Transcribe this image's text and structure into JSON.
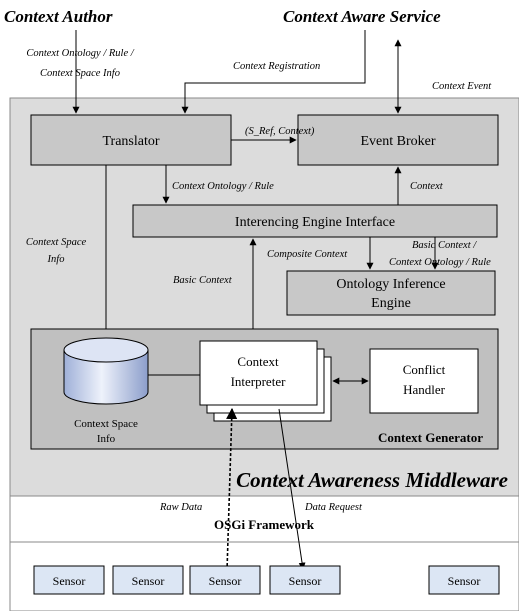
{
  "actors": {
    "context_author": "Context Author",
    "context_aware_service": "Context Aware Service"
  },
  "edge_labels": {
    "ontology_rule_space_line1": "Context Ontology / Rule /",
    "ontology_rule_space_line2": "Context Space Info",
    "context_registration": "Context Registration",
    "context_event": "Context Event",
    "s_ref_context": "(S_Ref, Context)",
    "context_ontology_rule": "Context Ontology / Rule",
    "context": "Context",
    "context_space_info_line1": "Context Space",
    "context_space_info_line2": "Info",
    "composite_context": "Composite Context",
    "basic_context_ontology_line1": "Basic Context /",
    "basic_context_ontology_line2": "Context Ontology / Rule",
    "basic_context": "Basic Context",
    "raw_data": "Raw Data",
    "data_request": "Data Request"
  },
  "boxes": {
    "translator": "Translator",
    "event_broker": "Event Broker",
    "inferencing_engine_interface": "Interencing Engine Interface",
    "ontology_inference_engine_line1": "Ontology Inference",
    "ontology_inference_engine_line2": "Engine",
    "context_space_info_line1": "Context Space",
    "context_space_info_line2": "Info",
    "context_interpreter_line1": "Context",
    "context_interpreter_line2": "Interpreter",
    "conflict_handler_line1": "Conflict",
    "conflict_handler_line2": "Handler",
    "context_generator": "Context Generator",
    "middleware_title": "Context Awareness Middleware",
    "osgi_framework": "OSGi Framework"
  },
  "sensors": [
    "Sensor",
    "Sensor",
    "Sensor",
    "Sensor",
    "Sensor"
  ],
  "colors": {
    "middleware_bg": "#dcdcdc",
    "component_fill": "#c8c8c8",
    "generator_fill": "#c0c0c0",
    "white": "#ffffff",
    "stroke": "#000000",
    "outer_stroke": "#8a8a8a"
  }
}
